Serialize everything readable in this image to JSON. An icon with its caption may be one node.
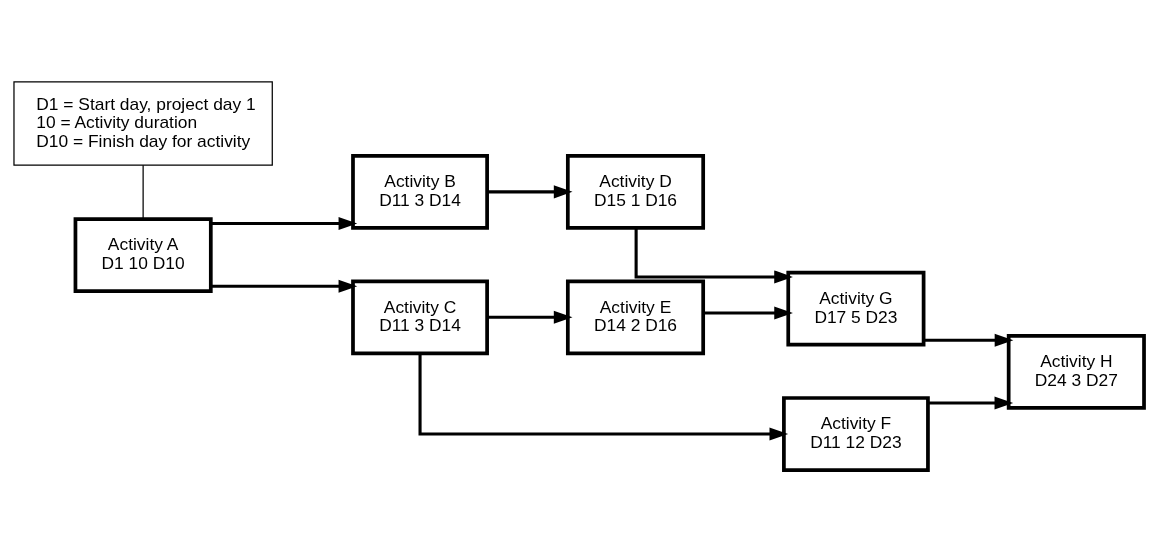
{
  "diagram": {
    "nodes": [
      {
        "text": [
          "Activity A",
          "D1 10 D10"
        ]
      },
      {
        "text": [
          "Activity B",
          "D11 3 D14"
        ]
      },
      {
        "text": [
          "Activity C",
          "D11 3 D14"
        ]
      },
      {
        "text": [
          "Activity D",
          "D15 1 D16"
        ]
      },
      {
        "text": [
          "Activity E",
          "D14 2 D16"
        ]
      },
      {
        "text": [
          "Activity G",
          "D17 5 D23"
        ]
      },
      {
        "text": [
          "Activity F",
          "D11 12 D23"
        ]
      },
      {
        "text": [
          "Activity H",
          "D24 3 D27"
        ]
      },
      {
        "text": [
          "D1 = Start day, project day 1",
          "10 = Activity duration",
          "D10 = Finish day for activity"
        ]
      }
    ],
    "edges": [
      {
        "from": 0,
        "to": 1,
        "arrow": "to"
      },
      {
        "from": 0,
        "to": 2,
        "arrow": "to"
      },
      {
        "from": 1,
        "to": 3,
        "arrow": "to"
      },
      {
        "from": 2,
        "to": 4,
        "arrow": "to"
      },
      {
        "from": 3,
        "to": 5,
        "arrow": "to"
      },
      {
        "from": 4,
        "to": 5,
        "arrow": "to"
      },
      {
        "from": 2,
        "to": 6,
        "arrow": "to"
      },
      {
        "from": 5,
        "to": 7,
        "arrow": "to"
      },
      {
        "from": 6,
        "to": 7,
        "arrow": "to"
      },
      {
        "from": 8,
        "to": 0,
        "arrow": "none"
      }
    ]
  }
}
